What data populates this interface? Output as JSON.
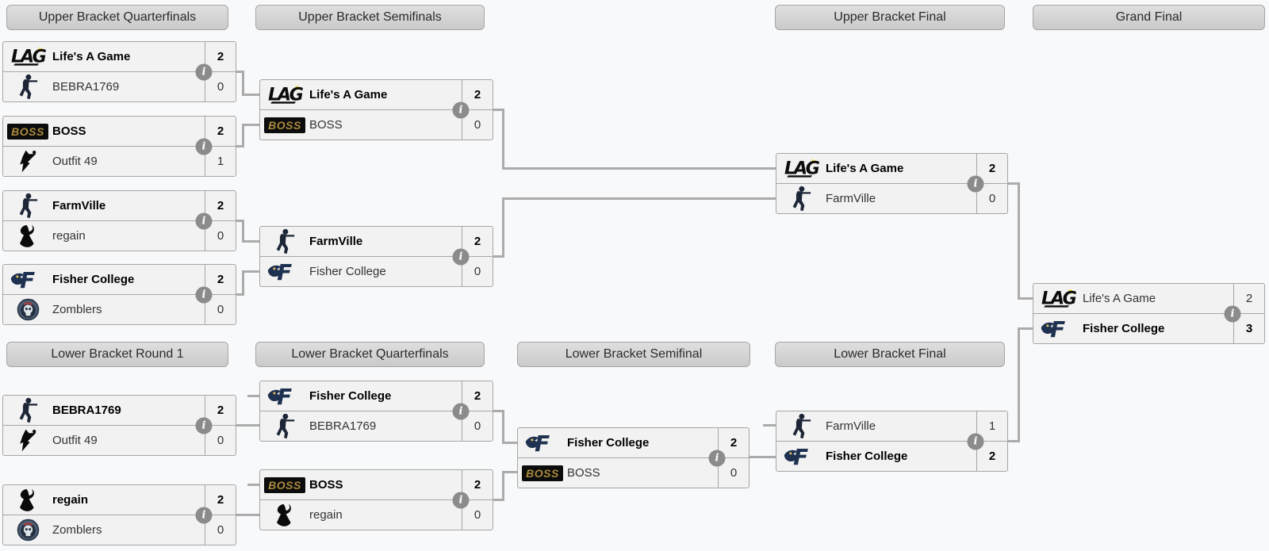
{
  "headers": {
    "ub_qf": "Upper Bracket Quarterfinals",
    "ub_sf": "Upper Bracket Semifinals",
    "ub_final": "Upper Bracket Final",
    "grand_final": "Grand Final",
    "lb_r1": "Lower Bracket Round 1",
    "lb_qf": "Lower Bracket Quarterfinals",
    "lb_sf": "Lower Bracket Semifinal",
    "lb_final": "Lower Bracket Final"
  },
  "icons": {
    "info_glyph": "i",
    "lag_label": "LAG",
    "boss_label": "BOSS",
    "fisher_letter": "F"
  },
  "colors": {
    "page_bg": "#f8f9fb",
    "box_bg": "#f2f2f2",
    "box_border": "#a6a6a6",
    "header_bg": "#d2d2d2",
    "connector": "#ababab",
    "info_icon_bg": "#8b8b8b",
    "winner_text": "#000000",
    "loser_text": "#333333",
    "lag_accent": "#f3dd4e",
    "boss_gold": "#ab8b3d",
    "fisher_navy": "#1e3150",
    "player_silhouette_navy": "#1c2637"
  },
  "matches": {
    "ubqf1": {
      "top": {
        "name": "Life's A Game",
        "icon": "lag-logo",
        "score": "2",
        "winner": true
      },
      "bottom": {
        "name": "BEBRA1769",
        "icon": "cs-player",
        "score": "0",
        "winner": false
      }
    },
    "ubqf2": {
      "top": {
        "name": "BOSS",
        "icon": "boss-logo",
        "score": "2",
        "winner": true
      },
      "bottom": {
        "name": "Outfit 49",
        "icon": "outfit49-logo",
        "score": "1",
        "winner": false
      }
    },
    "ubqf3": {
      "top": {
        "name": "FarmVille",
        "icon": "cs-player",
        "score": "2",
        "winner": true
      },
      "bottom": {
        "name": "regain",
        "icon": "goat-logo",
        "score": "0",
        "winner": false
      }
    },
    "ubqf4": {
      "top": {
        "name": "Fisher College",
        "icon": "fisher-logo",
        "score": "2",
        "winner": true
      },
      "bottom": {
        "name": "Zomblers",
        "icon": "zomblers-logo",
        "score": "0",
        "winner": false
      }
    },
    "ubsf1": {
      "top": {
        "name": "Life's A Game",
        "icon": "lag-logo",
        "score": "2",
        "winner": true
      },
      "bottom": {
        "name": "BOSS",
        "icon": "boss-logo",
        "score": "0",
        "winner": false
      }
    },
    "ubsf2": {
      "top": {
        "name": "FarmVille",
        "icon": "cs-player",
        "score": "2",
        "winner": true
      },
      "bottom": {
        "name": "Fisher College",
        "icon": "fisher-logo",
        "score": "0",
        "winner": false
      }
    },
    "ubf": {
      "top": {
        "name": "Life's A Game",
        "icon": "lag-logo",
        "score": "2",
        "winner": true
      },
      "bottom": {
        "name": "FarmVille",
        "icon": "cs-player",
        "score": "0",
        "winner": false
      }
    },
    "gf": {
      "top": {
        "name": "Life's A Game",
        "icon": "lag-logo",
        "score": "2",
        "winner": false
      },
      "bottom": {
        "name": "Fisher College",
        "icon": "fisher-logo",
        "score": "3",
        "winner": true
      }
    },
    "lbr1m1": {
      "top": {
        "name": "BEBRA1769",
        "icon": "cs-player",
        "score": "2",
        "winner": true
      },
      "bottom": {
        "name": "Outfit 49",
        "icon": "outfit49-logo",
        "score": "0",
        "winner": false
      }
    },
    "lbr1m2": {
      "top": {
        "name": "regain",
        "icon": "goat-logo",
        "score": "2",
        "winner": true
      },
      "bottom": {
        "name": "Zomblers",
        "icon": "zomblers-logo",
        "score": "0",
        "winner": false
      }
    },
    "lbqf1": {
      "top": {
        "name": "Fisher College",
        "icon": "fisher-logo",
        "score": "2",
        "winner": true
      },
      "bottom": {
        "name": "BEBRA1769",
        "icon": "cs-player",
        "score": "0",
        "winner": false
      }
    },
    "lbqf2": {
      "top": {
        "name": "BOSS",
        "icon": "boss-logo",
        "score": "2",
        "winner": true
      },
      "bottom": {
        "name": "regain",
        "icon": "goat-logo",
        "score": "0",
        "winner": false
      }
    },
    "lbsf": {
      "top": {
        "name": "Fisher College",
        "icon": "fisher-logo",
        "score": "2",
        "winner": true
      },
      "bottom": {
        "name": "BOSS",
        "icon": "boss-logo",
        "score": "0",
        "winner": false
      }
    },
    "lbf": {
      "top": {
        "name": "FarmVille",
        "icon": "cs-player",
        "score": "1",
        "winner": false
      },
      "bottom": {
        "name": "Fisher College",
        "icon": "fisher-logo",
        "score": "2",
        "winner": true
      }
    }
  }
}
